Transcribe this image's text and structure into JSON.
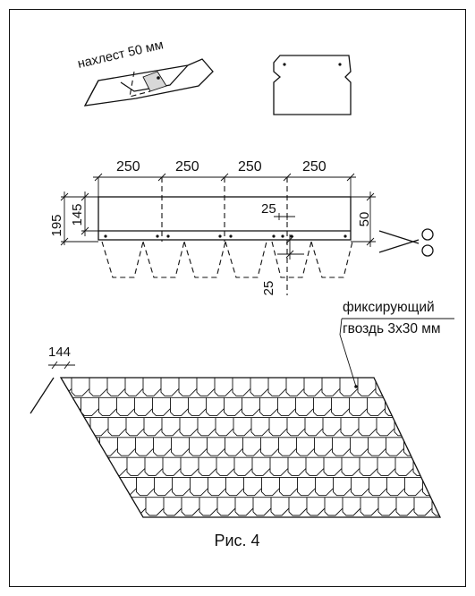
{
  "labels": {
    "overlap": "нахлест 50 мм",
    "nail_line1": "фиксирующий",
    "nail_line2": "гвоздь 3х30 мм",
    "caption": "Рис. 4"
  },
  "dimensions": {
    "tab_width": "250",
    "total_height": "195",
    "tab_height": "145",
    "nail_spacing": "25",
    "top_band": "50",
    "bottom_offset": "25",
    "step": "144"
  },
  "colors": {
    "line": "#111111",
    "shade": "#d8d8d8",
    "background": "#ffffff"
  },
  "icons": {
    "scissors": "scissors-icon"
  }
}
